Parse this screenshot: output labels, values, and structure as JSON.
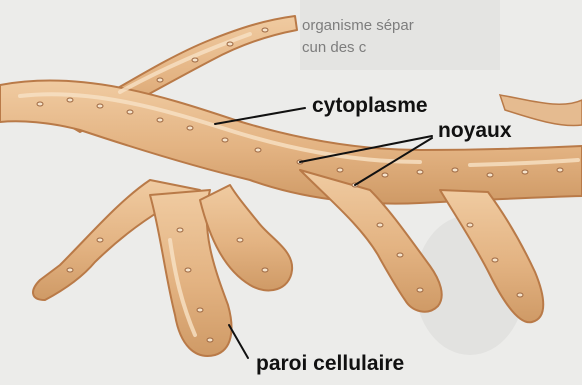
{
  "labels": {
    "cytoplasm": "cytoplasme",
    "nuclei": "noyaux",
    "cell_wall": "paroi cellulaire"
  },
  "background_text": [
    "organisme sépar",
    "cun des c"
  ],
  "colors": {
    "hypha_fill": "#e7b98a",
    "hypha_edge": "#b97a48",
    "hypha_highlight": "#f6dcbd",
    "nucleus": "#f5e3cc",
    "nucleus_edge": "#9f6a44",
    "leader_line": "#111111",
    "page_background": "#ececea"
  }
}
